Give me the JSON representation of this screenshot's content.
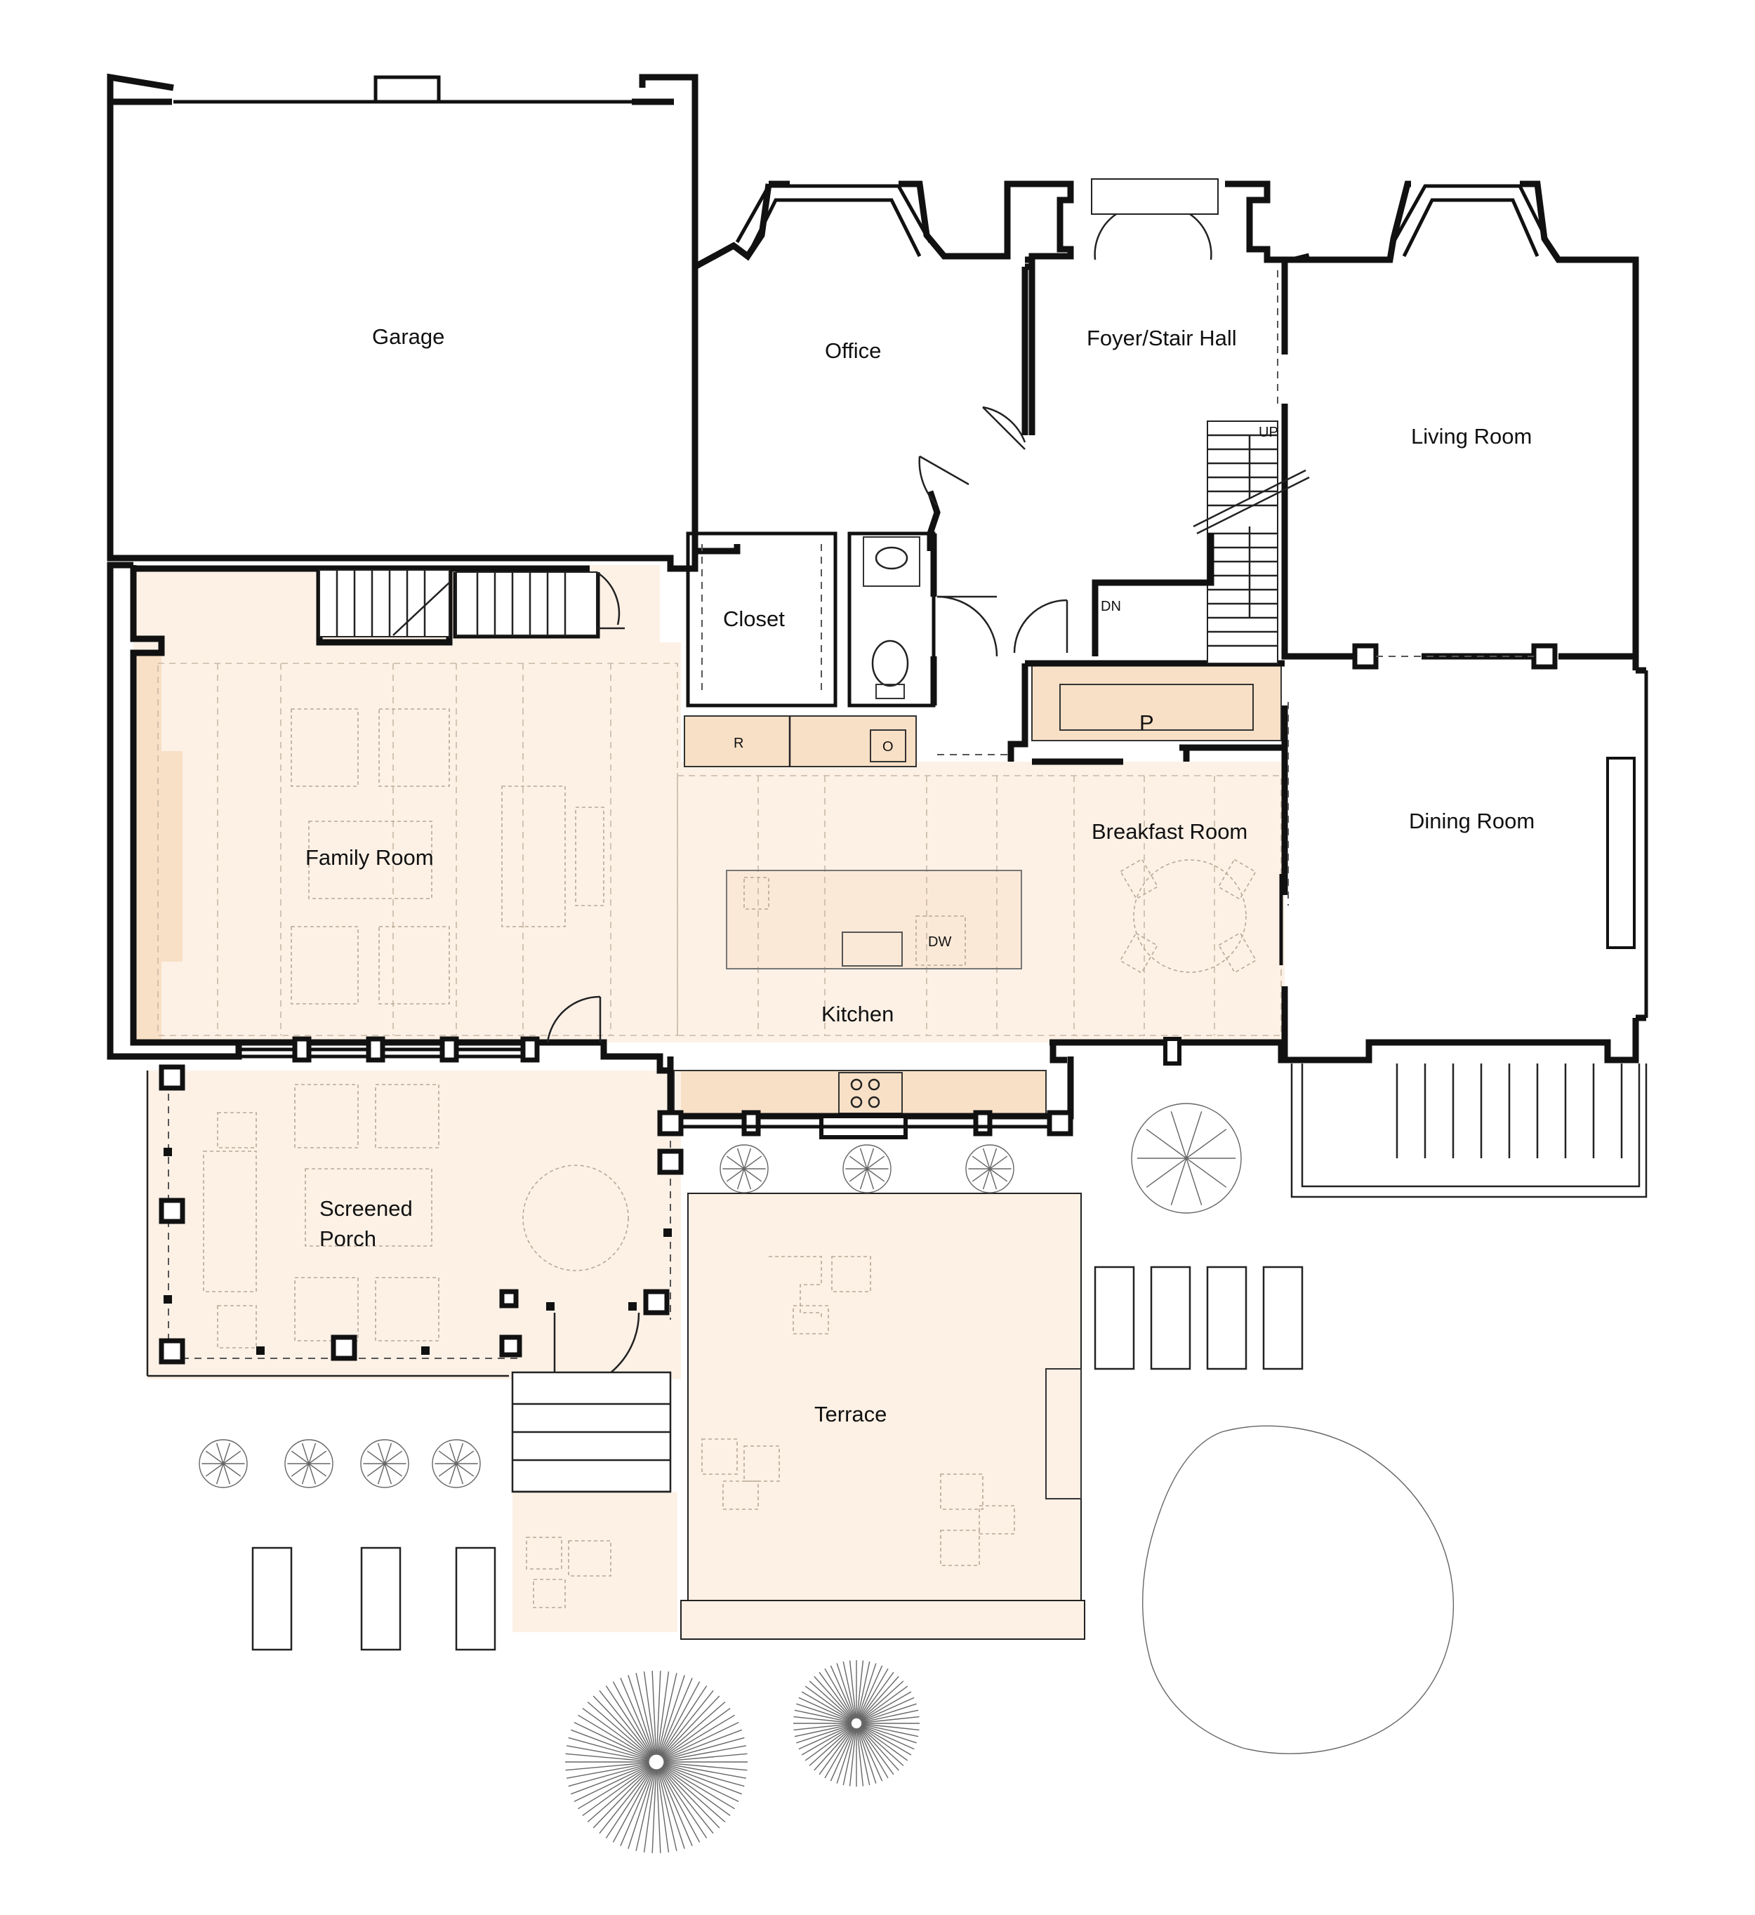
{
  "rooms": {
    "garage": "Garage",
    "office": "Office",
    "foyer": "Foyer/Stair Hall",
    "living": "Living Room",
    "closet": "Closet",
    "pantry": "P",
    "breakfast": "Breakfast Room",
    "dining": "Dining Room",
    "family": "Family Room",
    "kitchen": "Kitchen",
    "porch_line1": "Screened",
    "porch_line2": "Porch",
    "terrace": "Terrace"
  },
  "fixtures": {
    "refrigerator": "R",
    "oven": "O",
    "dishwasher": "DW",
    "stair_up": "UP",
    "stair_down": "DN"
  },
  "colors": {
    "interior_fill": "#fdf1e6",
    "counter_fill": "#f8e0c6",
    "wall": "#111111"
  }
}
